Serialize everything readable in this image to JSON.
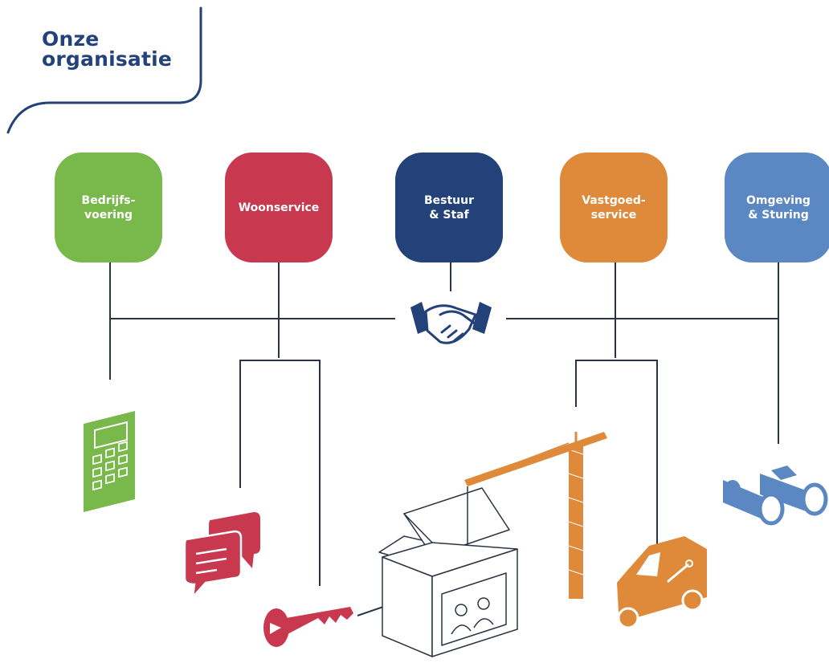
{
  "title": {
    "line1": "Onze",
    "line2": "organisatie"
  },
  "departments": [
    {
      "line1": "Bedrijfs-",
      "line2": "voering",
      "color": "#79b94b"
    },
    {
      "line1": "Woonservice",
      "line2": "",
      "color": "#c8384f"
    },
    {
      "line1": "Bestuur",
      "line2": "& Staf",
      "color": "#24427a"
    },
    {
      "line1": "Vastgoed-",
      "line2": "service",
      "color": "#df8a3a"
    },
    {
      "line1": "Omgeving",
      "line2": "& Sturing",
      "color": "#5b87c2"
    }
  ],
  "colors": {
    "line": "#2c3444",
    "navy": "#24427a",
    "green": "#79b94b",
    "red": "#c8384f",
    "orange": "#df8a3a",
    "blue": "#5b87c2"
  },
  "icons": [
    "handshake-icon",
    "calculator-icon",
    "chat-bubbles-icon",
    "key-icon",
    "house-box-icon",
    "crane-icon",
    "van-icon",
    "binoculars-icon"
  ]
}
